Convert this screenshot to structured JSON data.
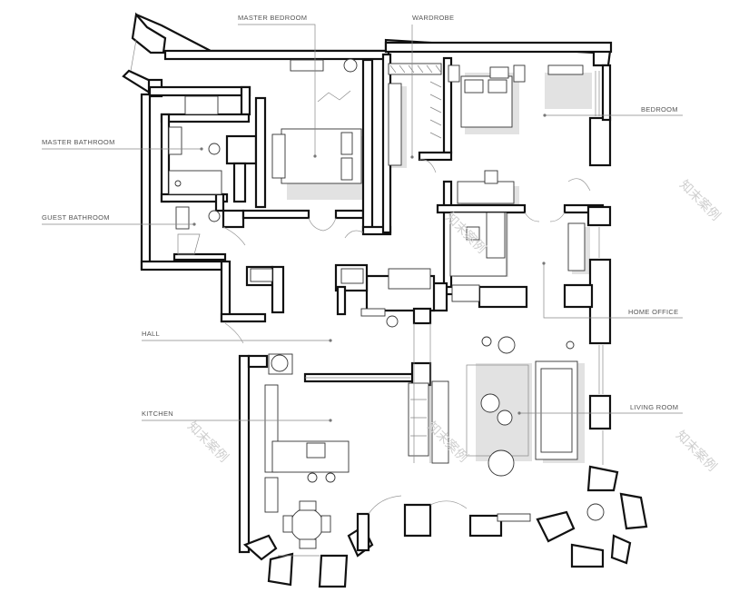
{
  "rooms": {
    "master_bedroom": "MASTER BEDROOM",
    "wardrobe": "WARDROBE",
    "bedroom": "BEDROOM",
    "master_bathroom": "MASTER BATHROOM",
    "guest_bathroom": "GUEST BATHROOM",
    "hall": "HALL",
    "home_office": "HOME OFFICE",
    "kitchen": "KITCHEN",
    "living_room": "LIVING ROOM"
  },
  "watermark": "知末案例"
}
